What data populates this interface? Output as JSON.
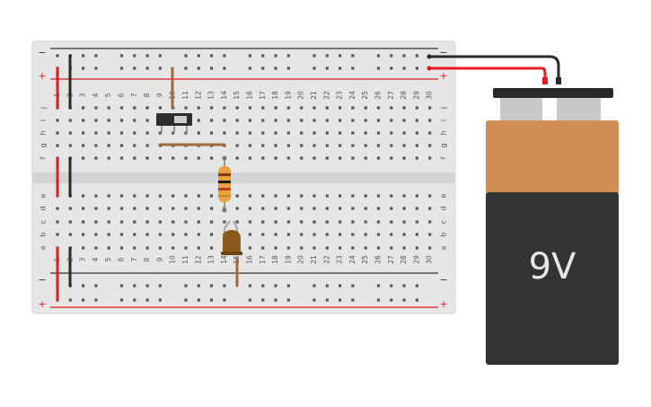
{
  "breadboard": {
    "columns": [
      "1",
      "2",
      "3",
      "4",
      "5",
      "6",
      "7",
      "8",
      "9",
      "10",
      "11",
      "12",
      "13",
      "14",
      "15",
      "16",
      "17",
      "18",
      "19",
      "20",
      "21",
      "22",
      "23",
      "24",
      "25",
      "26",
      "27",
      "28",
      "29",
      "30"
    ],
    "rows_top": [
      "j",
      "i",
      "h",
      "g",
      "f"
    ],
    "rows_bottom": [
      "e",
      "d",
      "c",
      "b",
      "a"
    ],
    "rail_minus": "−",
    "rail_plus": "+"
  },
  "battery": {
    "label": "9V",
    "colors": {
      "body": "#333333",
      "band": "#cf8e52",
      "terminal_cap": "#2a2a2a"
    }
  },
  "components": {
    "switch": "slide-switch",
    "resistor": "resistor",
    "led": "led",
    "wires": {
      "red": "#e31b23",
      "black": "#2a2a2a",
      "brown": "#a06a3c"
    }
  }
}
